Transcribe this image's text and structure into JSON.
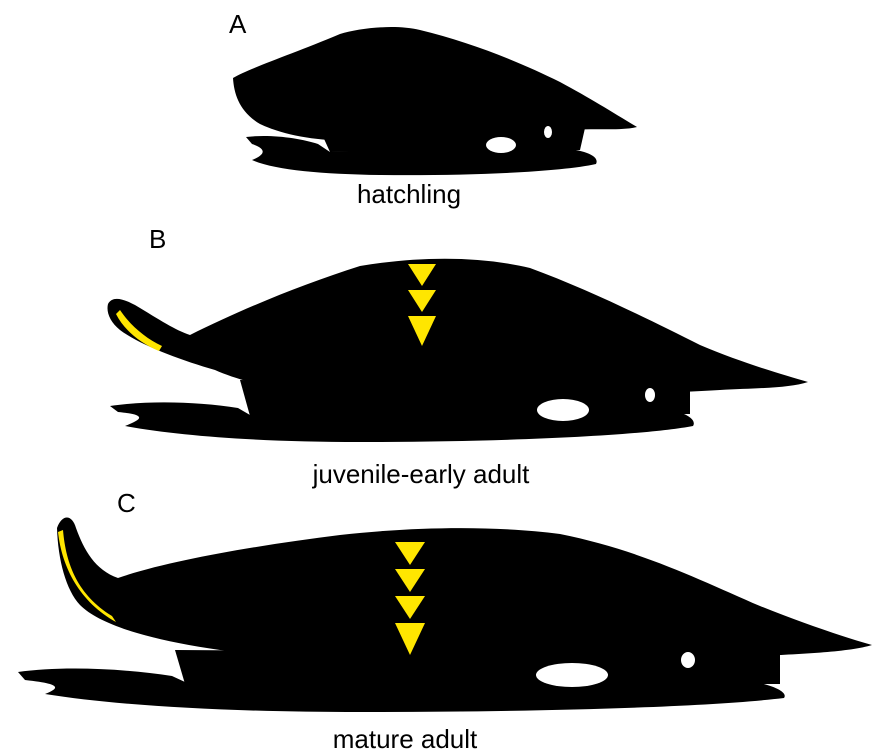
{
  "panels": [
    {
      "letter": "A",
      "caption": "hatchling",
      "chevron_count": 0,
      "has_crest": false
    },
    {
      "letter": "B",
      "caption": "juvenile-early adult",
      "chevron_count": 3,
      "has_crest": true
    },
    {
      "letter": "C",
      "caption": "mature adult",
      "chevron_count": 4,
      "has_crest": true
    }
  ],
  "colors": {
    "silhouette": "#000000",
    "highlight": "#ffe600",
    "background": "#ffffff"
  }
}
